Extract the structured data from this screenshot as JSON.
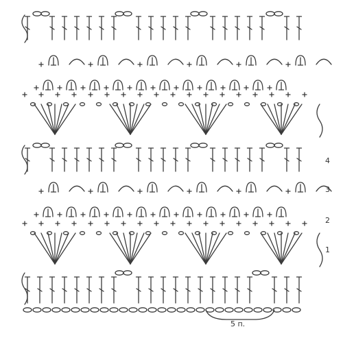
{
  "diagram": {
    "row_numbers": [
      "4",
      "3",
      "2",
      "1"
    ],
    "repeat_label": "5 п."
  }
}
